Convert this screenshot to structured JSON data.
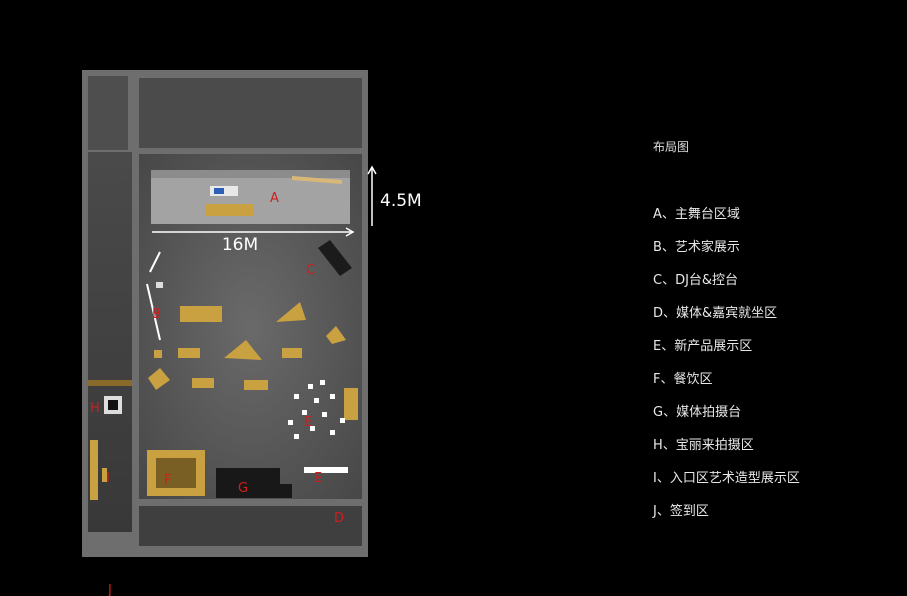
{
  "legend": {
    "title": "布局图",
    "items": [
      "A、主舞台区域",
      "B、艺术家展示",
      "C、DJ台&控台",
      "D、媒体&嘉宾就坐区",
      "E、新产品展示区",
      "F、餐饮区",
      "G、媒体拍摄台",
      "H、宝丽来拍摄区",
      "I、入口区艺术造型展示区",
      "J、签到区"
    ]
  },
  "dimensions": {
    "width": "16M",
    "depth": "4.5M"
  },
  "zone_labels": {
    "A": "A",
    "B": "B",
    "C": "C",
    "D": "D",
    "E": "E",
    "F": "F",
    "G": "G",
    "H": "H",
    "I": "I",
    "J": "J"
  },
  "colors": {
    "wall": "#6f6f6f",
    "floor": "#5c5c5c",
    "furniture": "#c9a141",
    "label": "#d11d1d",
    "stage": "#a8a8a8"
  }
}
